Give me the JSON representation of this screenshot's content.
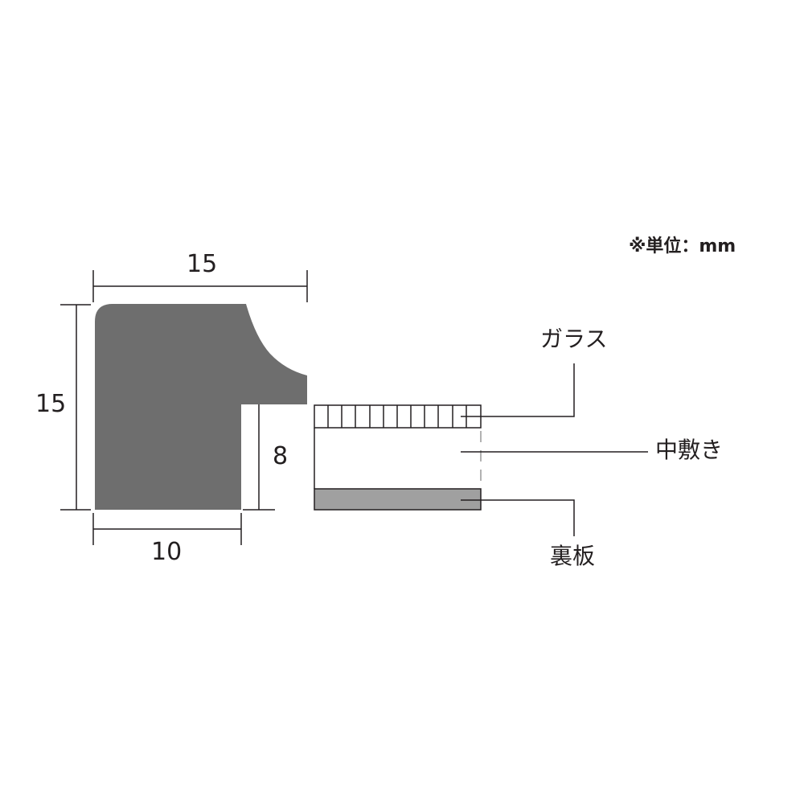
{
  "unit_note": "※単位：mm",
  "dimensions": {
    "top_width": "15",
    "left_height": "15",
    "bottom_width": "10",
    "rabbet_depth": "8"
  },
  "parts": {
    "glass": "ガラス",
    "mat": "中敷き",
    "backboard": "裏板"
  },
  "colors": {
    "frame_profile": "#6e6e6e",
    "backboard": "#a0a0a0",
    "line": "#231f20",
    "background": "#ffffff"
  }
}
